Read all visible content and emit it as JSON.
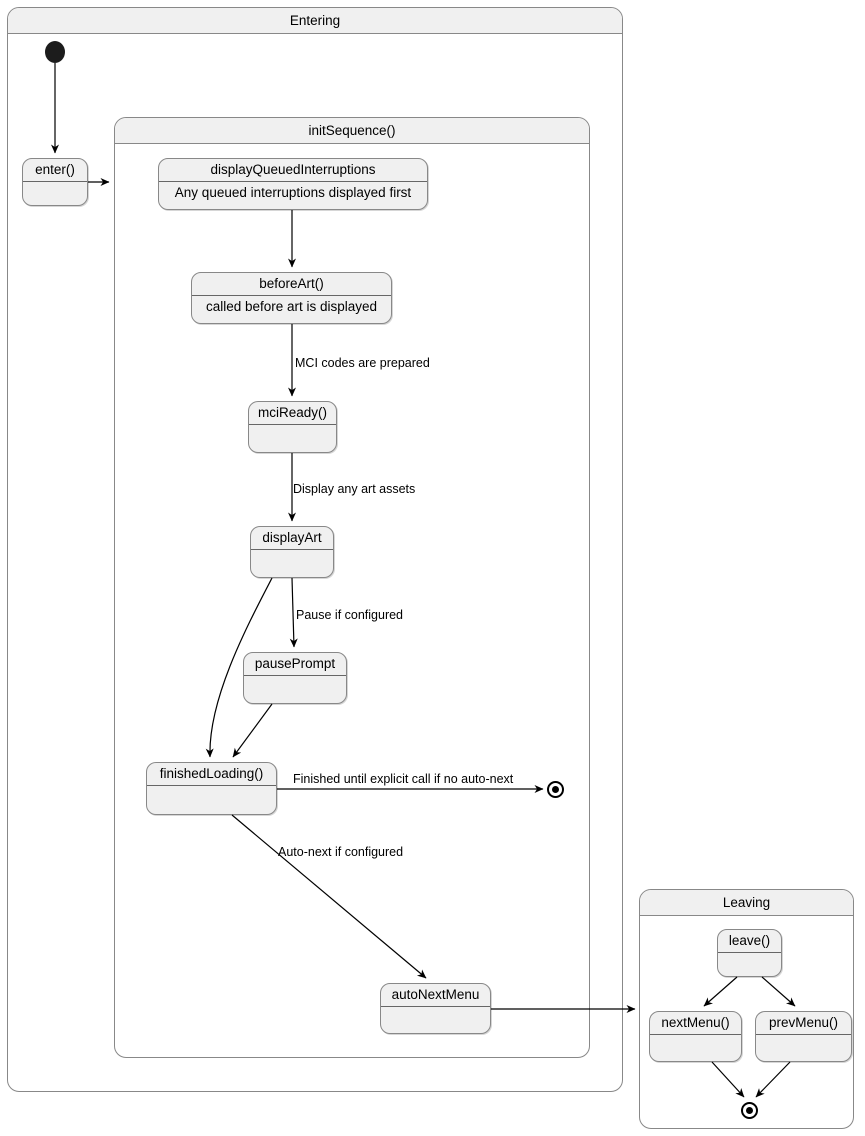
{
  "diagram": {
    "type": "uml-state-machine",
    "background": "#ffffff",
    "node_fill": "#f0f0f0",
    "node_stroke": "#888888",
    "header_fill": "#f0f0f0",
    "line_color": "#000000"
  },
  "entering": {
    "title": "Entering",
    "init_sequence": {
      "title": "initSequence()",
      "states": {
        "display_queued_interruptions": {
          "title": "displayQueuedInterruptions",
          "body": "Any queued interruptions displayed first"
        },
        "before_art": {
          "title": "beforeArt()",
          "body": "called before art is displayed"
        },
        "mci_ready": {
          "title": "mciReady()",
          "body": ""
        },
        "display_art": {
          "title": "displayArt",
          "body": ""
        },
        "pause_prompt": {
          "title": "pausePrompt",
          "body": ""
        },
        "finished_loading": {
          "title": "finishedLoading()",
          "body": ""
        },
        "auto_next_menu": {
          "title": "autoNextMenu",
          "body": ""
        }
      },
      "transition_labels": {
        "mci_codes": "MCI codes are prepared",
        "display_art_assets": "Display any art assets",
        "pause_if_configured": "Pause if configured",
        "finished_until_explicit": "Finished until explicit call if no auto-next",
        "auto_next_if_configured": "Auto-next if configured"
      }
    },
    "enter_state": {
      "title": "enter()",
      "body": ""
    }
  },
  "leaving": {
    "title": "Leaving",
    "states": {
      "leave": {
        "title": "leave()",
        "body": ""
      },
      "next_menu": {
        "title": "nextMenu()",
        "body": ""
      },
      "prev_menu": {
        "title": "prevMenu()",
        "body": ""
      }
    }
  }
}
